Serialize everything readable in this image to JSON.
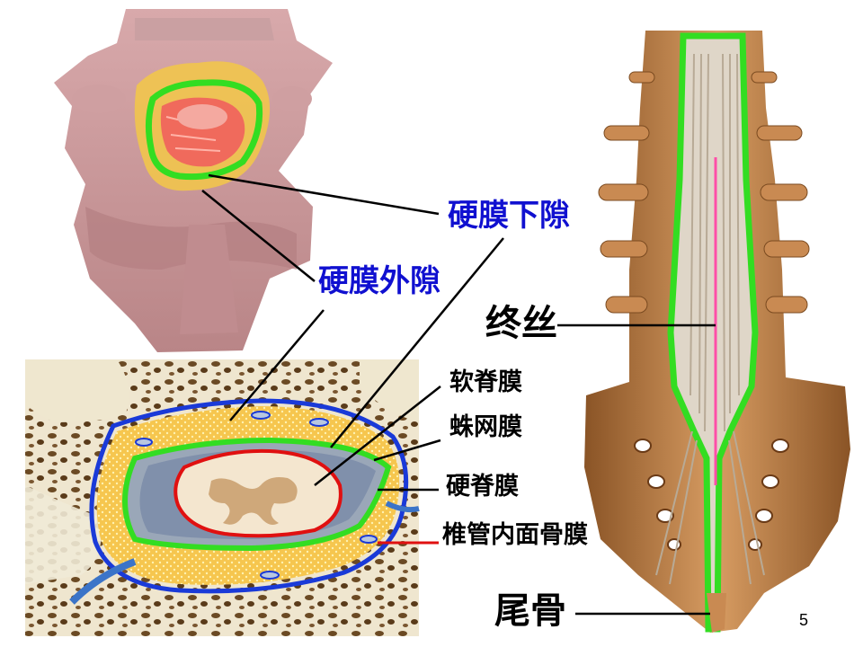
{
  "slide": {
    "page_number": "5"
  },
  "labels": {
    "subdural_space": "硬膜下隙",
    "epidural_space": "硬膜外隙",
    "filum_terminale": "终丝",
    "pia_mater": "软脊膜",
    "arachnoid": "蛛网膜",
    "dura_mater": "硬脊膜",
    "periosteum": "椎管内面骨膜",
    "coccyx": "尾骨"
  },
  "colors": {
    "label_blue": "#1010d0",
    "dura_green": "#33dd22",
    "epidural_yellow": "#f5c34a",
    "pia_red": "#e01010",
    "periosteum_blue": "#1a3ad8",
    "bone_tan": "#c98a52",
    "specimen_pink": "#c89498"
  }
}
